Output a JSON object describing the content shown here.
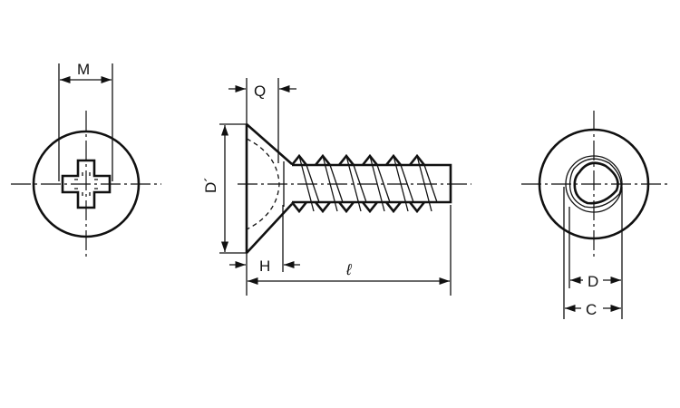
{
  "labels": {
    "m": "M",
    "q": "Q",
    "d_prime": "D´",
    "h": "H",
    "l": "ℓ",
    "d": "D",
    "c": "C"
  },
  "views": [
    "head-top-view",
    "side-view",
    "tip-end-view"
  ]
}
